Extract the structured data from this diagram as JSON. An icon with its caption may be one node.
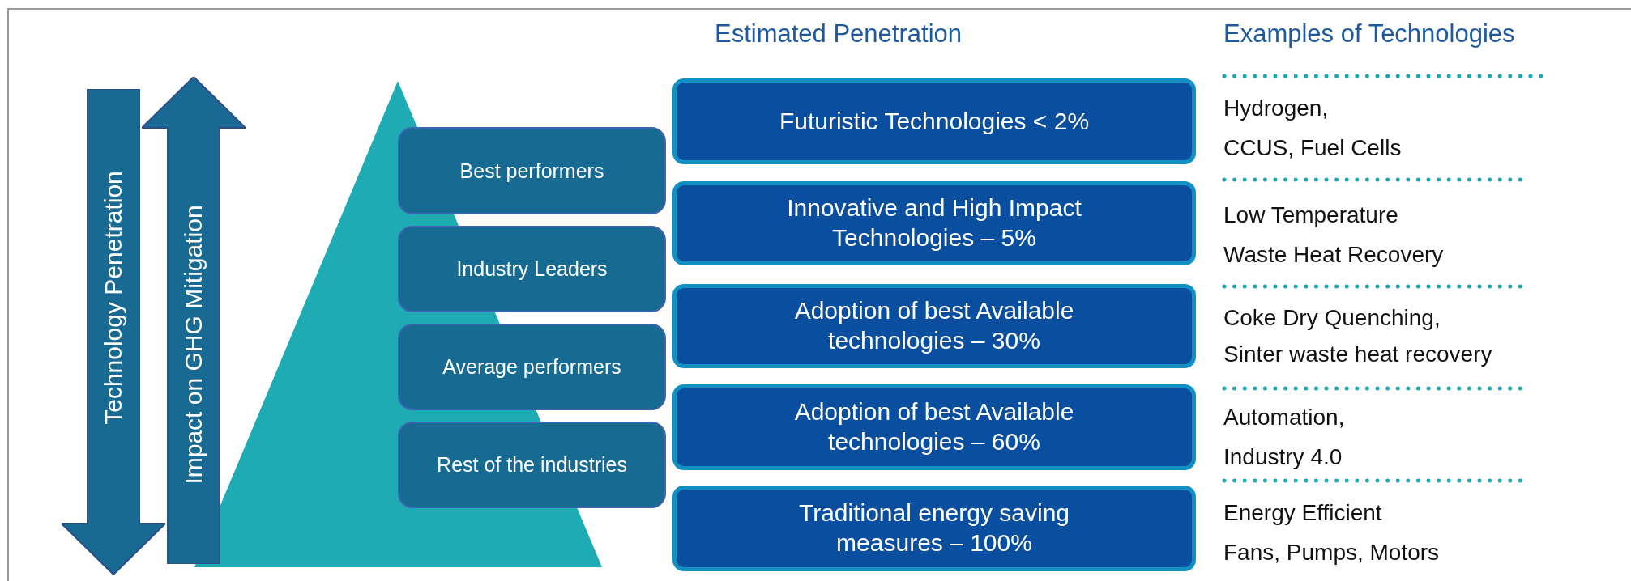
{
  "diagram": {
    "nodes": [
      {
        "text": [
          "Technology Penetration"
        ]
      },
      {
        "text": [
          "Impact on GHG Mitigation"
        ]
      },
      {
        "text": [
          "Best performers"
        ]
      },
      {
        "text": [
          "Industry Leaders"
        ]
      },
      {
        "text": [
          "Average performers"
        ]
      },
      {
        "text": [
          "Rest of the industries"
        ]
      },
      {
        "text": [
          "Futuristic Technologies < 2%"
        ]
      },
      {
        "text": [
          "Innovative and High Impact Technologies – 5%"
        ]
      },
      {
        "text": [
          "Adoption of best Available technologies – 30%"
        ]
      },
      {
        "text": [
          "Adoption of best Available technologies – 60%"
        ]
      },
      {
        "text": [
          "Traditional energy saving measures – 100%"
        ]
      }
    ],
    "edges": [],
    "labels": [
      "Estimated Penetration",
      "Examples of Technologies",
      "Hydrogen,",
      "CCUS, Fuel Cells",
      "Low Temperature",
      "Waste Heat Recovery",
      "Coke Dry Quenching,",
      "Sinter waste heat recovery",
      "Automation,",
      "Industry 4.0",
      "Energy Efficient",
      "Fans, Pumps, Motors"
    ]
  }
}
